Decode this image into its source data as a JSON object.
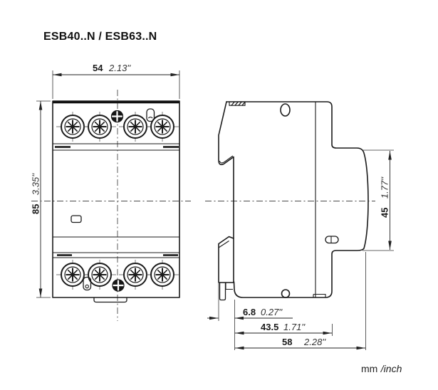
{
  "title": "ESB40..N / ESB63..N",
  "units": {
    "mm": "mm",
    "inch": "/inch"
  },
  "dims": {
    "width": {
      "mm": "54",
      "inch": "2.13''"
    },
    "height": {
      "mm": "85",
      "inch": "3.35''"
    },
    "cover_height": {
      "mm": "45",
      "inch": "1.77''"
    },
    "terminal_depth": {
      "mm": "6.8",
      "inch": "0.27''"
    },
    "mount_depth": {
      "mm": "43.5",
      "inch": "1.71''"
    },
    "total_depth": {
      "mm": "58",
      "inch": "2.28''"
    }
  }
}
